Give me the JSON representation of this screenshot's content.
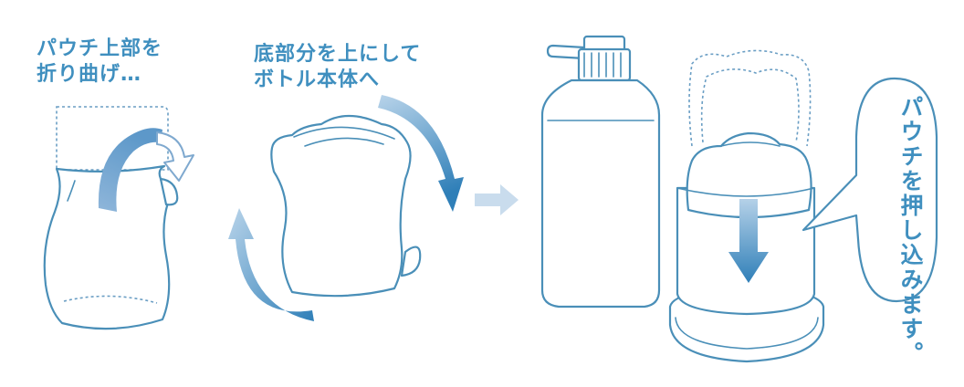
{
  "steps": {
    "fold": {
      "line1": "パウチ上部を",
      "line2": "折り曲げ…"
    },
    "flip": {
      "line1": "底部分を上にして",
      "line2": "ボトル本体へ"
    },
    "push": {
      "text": "パウチを押し込みます。"
    }
  },
  "colors": {
    "text": "#3f8fbf",
    "outline": "#4a8fb8",
    "arrow_light": "#a9c9e3",
    "arrow_dark": "#2f7fb8"
  },
  "icons": [
    "fold-arrow-icon",
    "rotate-arrow-icon",
    "next-step-arrow-icon",
    "push-down-arrow-icon"
  ]
}
